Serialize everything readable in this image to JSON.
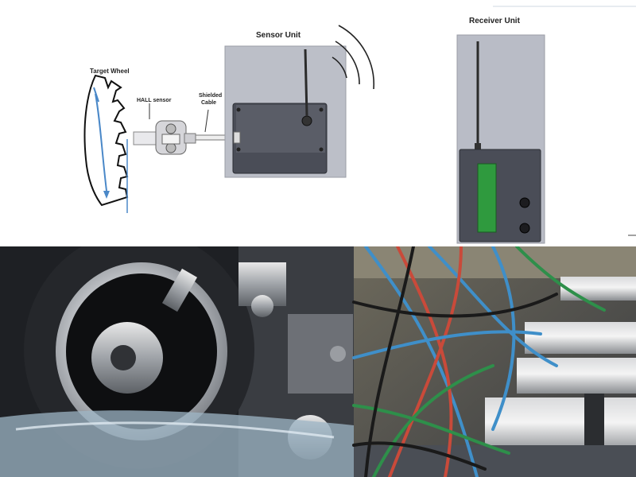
{
  "diagram": {
    "labels": {
      "target_wheel": "Target Wheel",
      "hall_sensor": "HALL sensor",
      "shielded_cable_line1": "Shielded",
      "shielded_cable_line2": "Cable",
      "sensor_unit": "Sensor Unit",
      "receiver_unit": "Receiver Unit"
    },
    "colors": {
      "unit_body": "#4a4d57",
      "unit_background": "#b9bcc6",
      "display": "#2f9a3e",
      "flow_arrow": "#4a88c8"
    }
  },
  "photos": {
    "left": {
      "subject": "grinding wheel with sensor on machine"
    },
    "right": {
      "subject": "multiple spindles with colored cables"
    }
  }
}
